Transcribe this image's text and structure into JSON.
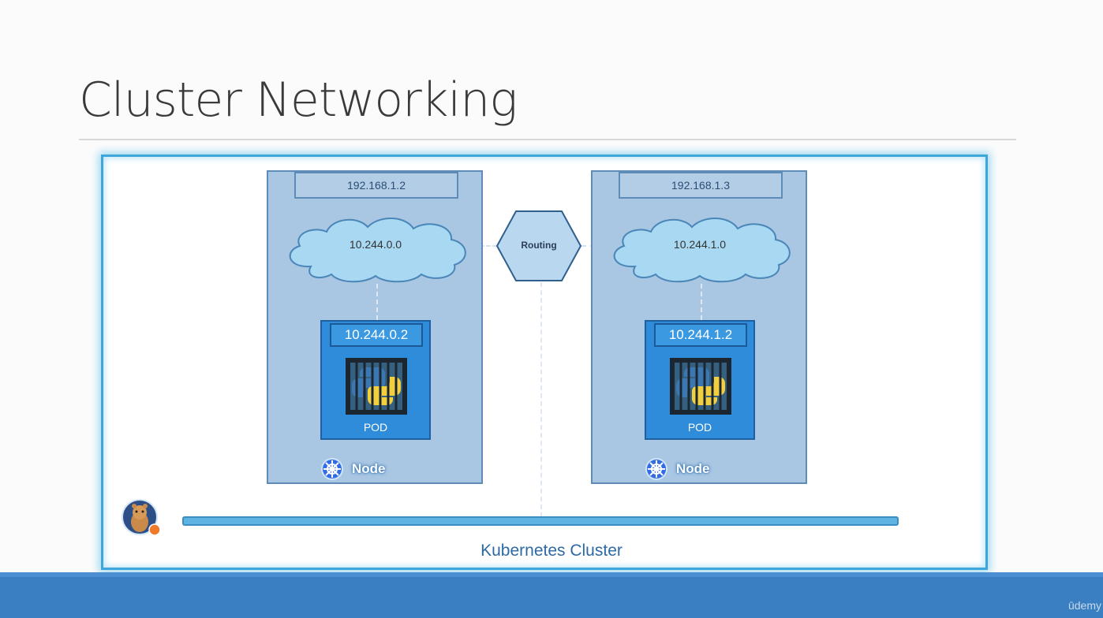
{
  "slide": {
    "title": "Cluster Networking",
    "cluster_label": "Kubernetes Cluster",
    "routing_label": "Routing",
    "watermark": "ūdemy"
  },
  "nodes": [
    {
      "host_ip": "192.168.1.2",
      "network": "10.244.0.0",
      "pod_ip": "10.244.0.2",
      "pod_label": "POD",
      "node_label": "Node"
    },
    {
      "host_ip": "192.168.1.3",
      "network": "10.244.1.0",
      "pod_ip": "10.244.1.2",
      "pod_label": "POD",
      "node_label": "Node"
    }
  ],
  "colors": {
    "node_fill": "#a9c6e2",
    "pod_fill": "#2f8cdb",
    "cloud_fill": "#a8d8f2",
    "cluster_border": "#3ea6d9",
    "footer": "#3a7fc2"
  }
}
